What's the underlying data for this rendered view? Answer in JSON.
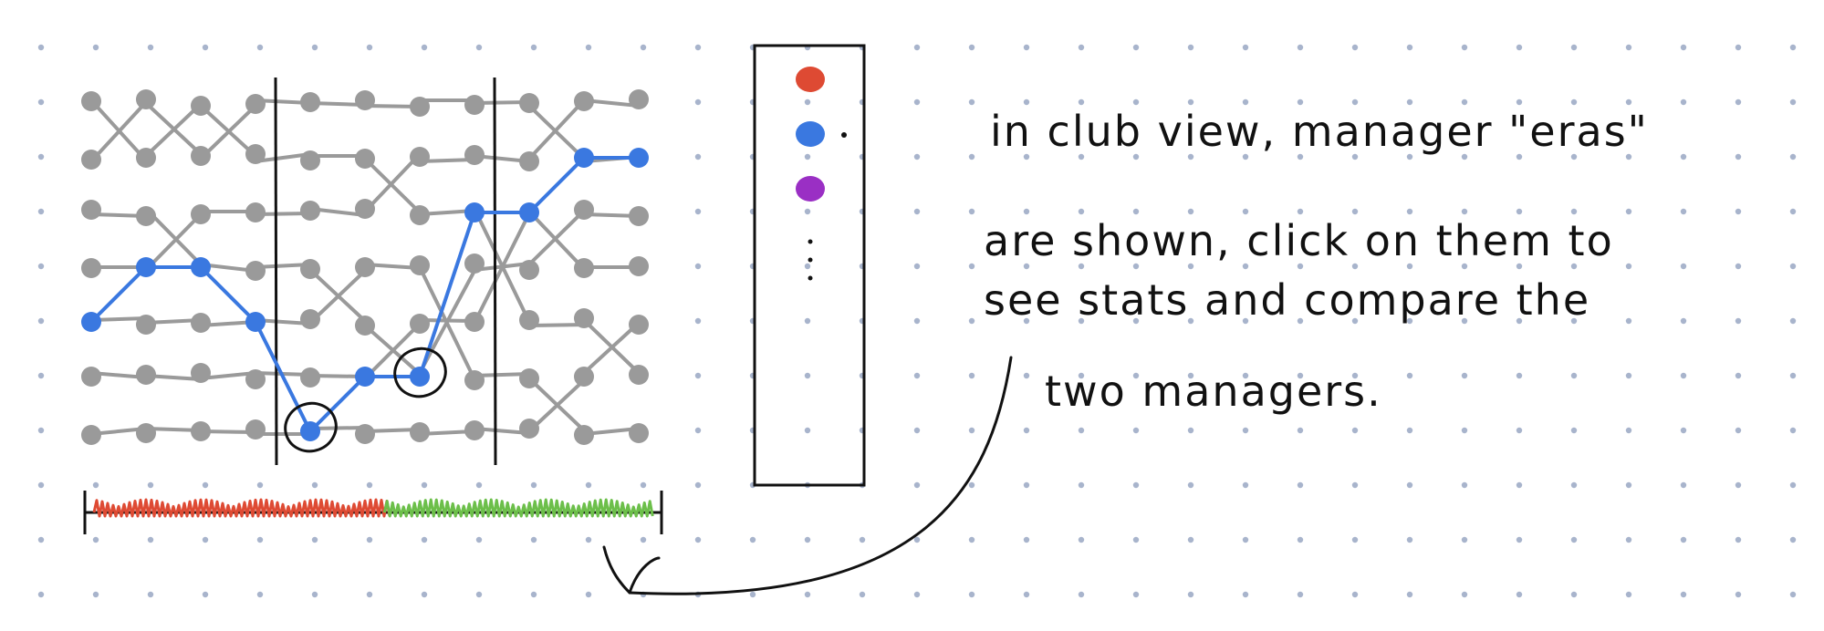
{
  "colors": {
    "background": "#ffffff",
    "dot_grid": "#a8b4cc",
    "node": "#9a9a9a",
    "link": "#9a9a9a",
    "highlight": "#3a78e0",
    "ink": "#111111",
    "era_1": "#de4a33",
    "era_2": "#6cbf4a",
    "legend_red": "#de4a33",
    "legend_blue": "#3a78e0",
    "legend_purple": "#9a2fc4"
  },
  "bump_chart": {
    "columns": 11,
    "rows": 7,
    "era_dividers_after_column": [
      4,
      8
    ],
    "highlight_path_rows": [
      5,
      4,
      4,
      5,
      7,
      6,
      6,
      3,
      3,
      2,
      2
    ],
    "circled_points": [
      {
        "column": 5,
        "row": 7
      },
      {
        "column": 7,
        "row": 6
      }
    ]
  },
  "timeline": {
    "eras": [
      {
        "color": "era_1",
        "share": 0.52
      },
      {
        "color": "era_2",
        "share": 0.48
      }
    ]
  },
  "legend": {
    "swatches": [
      {
        "color": "legend_red",
        "icon": "red-swatch-icon"
      },
      {
        "color": "legend_blue",
        "icon": "blue-swatch-icon"
      },
      {
        "color": "legend_purple",
        "icon": "purple-swatch-icon"
      }
    ],
    "more_icon": "vertical-ellipsis-icon"
  },
  "note": {
    "line1": "in club view, manager \"eras\"",
    "line2": "are shown, click on them to",
    "line3": "see stats and compare the",
    "line4": "two managers."
  },
  "arrow_icon": "curved-arrow-icon"
}
